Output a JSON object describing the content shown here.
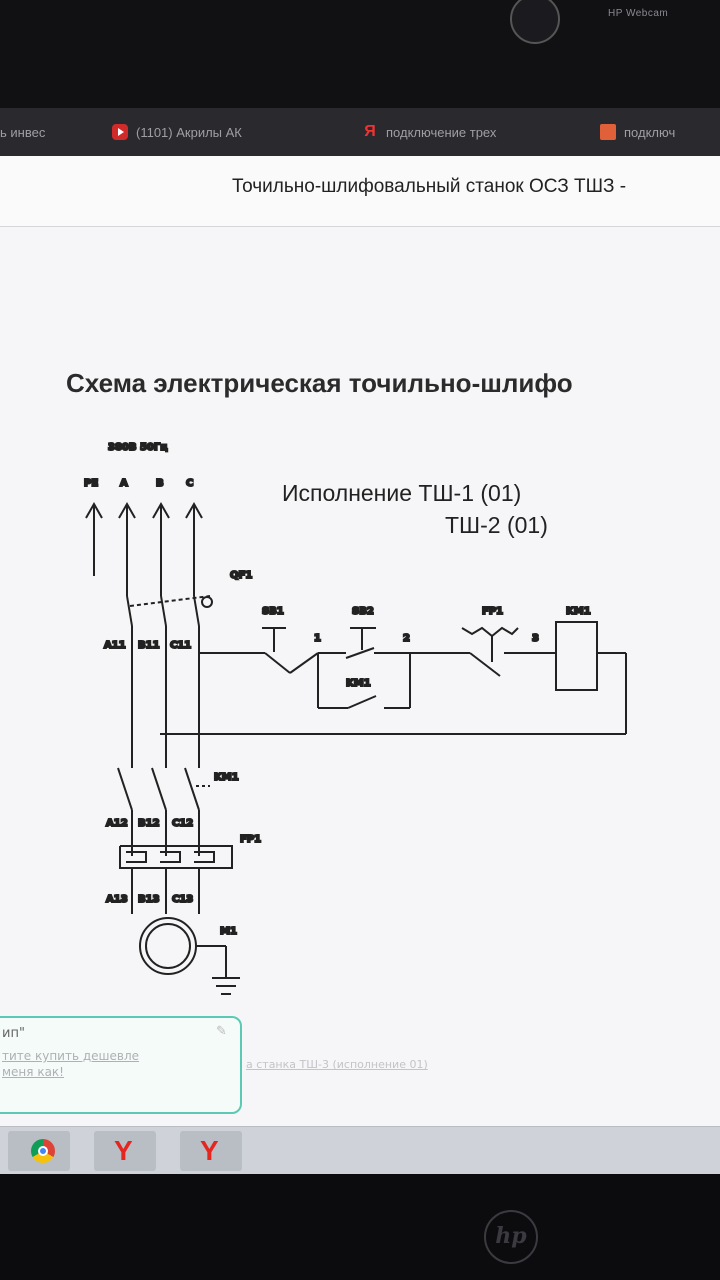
{
  "webcam": {
    "label": "HP Webcam"
  },
  "tabs": [
    {
      "label": "ь инвес",
      "icon": "none"
    },
    {
      "label": "(1101) Акрилы АК",
      "icon": "youtube-icon"
    },
    {
      "label": "подключение трех",
      "icon": "yandex-icon"
    },
    {
      "label": "подключ",
      "icon": "image-icon"
    }
  ],
  "page": {
    "header_title": "Точильно-шлифовальный станок ОСЗ ТШЗ -",
    "article_title": "Схема электрическая точильно-шлифо",
    "variant_line1": "Исполнение ТШ-1 (01)",
    "variant_line2": "ТШ-2 (01)"
  },
  "schematic": {
    "supply": "380В 50Гц",
    "phases": [
      "PE",
      "A",
      "B",
      "C"
    ],
    "breaker": "QF1",
    "stop_button": "SB1",
    "start_button": "SB2",
    "node1": "1",
    "node2": "2",
    "node3": "3",
    "thermal_relay": "FP1",
    "coil": "KM1",
    "holding_contact": "KM1",
    "main_contacts": "KM1",
    "thermal_elements": "FP1",
    "motor": "M1",
    "wires_top": [
      "A11",
      "B11",
      "C11"
    ],
    "wires_mid": [
      "A12",
      "B12",
      "C12"
    ],
    "wires_bot": [
      "A13",
      "B13",
      "C13"
    ]
  },
  "callout": {
    "title": "ип\"",
    "text": "тите купить дешевле меня как!",
    "side_text": "а станка ТШ-3 (исполнение 01)"
  },
  "taskbar": {
    "items": [
      "chrome-icon",
      "yandex-browser-icon",
      "yandex-browser-icon"
    ],
    "ybrowser_glyph": "Y"
  },
  "colors": {
    "accent": "#5cc9b4",
    "tabbar": "#2a2a2e",
    "taskbar": "#cfd2d8"
  }
}
